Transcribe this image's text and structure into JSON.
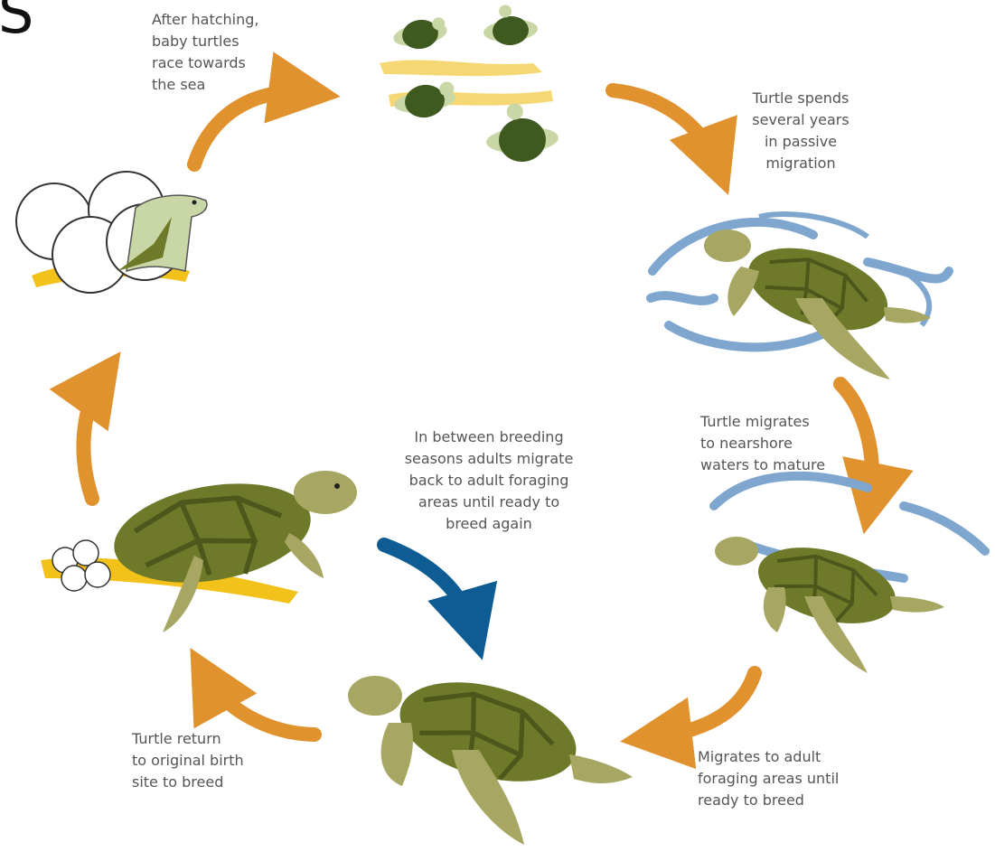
{
  "corner_letter": "S",
  "colors": {
    "arrow_orange": "#E0922E",
    "arrow_blue": "#0E5C94",
    "turtle_shell": "#6E7A2A",
    "turtle_skin": "#A7A763",
    "water": "#7EA6CF",
    "sand": "#F2C21B",
    "caption_text": "#555555"
  },
  "stages": [
    {
      "id": "hatching",
      "icon": "egg-hatchling-icon",
      "caption": "After hatching,\nbaby turtles\nrace towards\nthe sea"
    },
    {
      "id": "passive",
      "icon": "hatchlings-icon",
      "caption": "Turtle spends\nseveral years\nin passive\nmigration"
    },
    {
      "id": "nearshore",
      "icon": "swimming-turtle-icon",
      "caption": "Turtle migrates\nto nearshore\nwaters to mature"
    },
    {
      "id": "foraging",
      "icon": "adult-turtle-icon",
      "caption": "Migrates to adult\nforaging areas until\nready to breed"
    },
    {
      "id": "return",
      "icon": "nesting-turtle-icon",
      "caption": "Turtle return\nto original birth\nsite to breed"
    },
    {
      "id": "between",
      "icon": "return-arrow-icon",
      "caption": "In between breeding\nseasons adults migrate\nback to adult foraging\nareas until ready to\nbreed again"
    }
  ]
}
